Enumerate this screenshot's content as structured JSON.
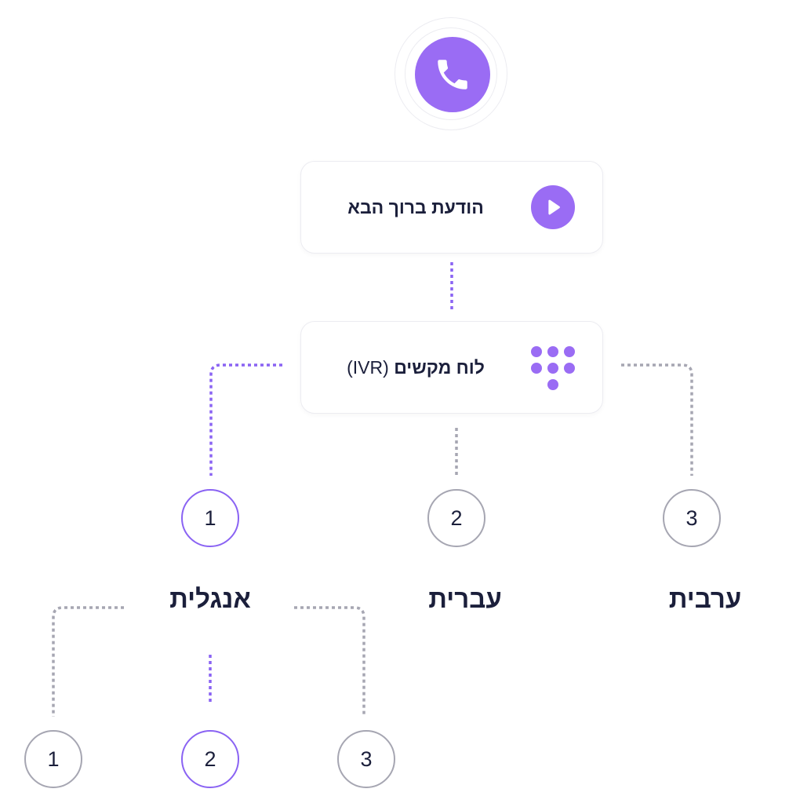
{
  "colors": {
    "accent": "#9a6cf4",
    "accent_line": "#8a63f3",
    "neutral_line": "#a6a6b2",
    "text": "#1b1f3b",
    "card_border": "#ececf1"
  },
  "icons": {
    "phone": "phone-icon",
    "play": "play-icon",
    "keypad": "keypad-icon"
  },
  "flow": {
    "welcome_message": "הודעת ברוך הבא",
    "ivr_menu": {
      "label": "לוח מקשים",
      "suffix": "(IVR)"
    }
  },
  "options": [
    {
      "number": "1",
      "label": "אנגלית",
      "highlighted": true
    },
    {
      "number": "2",
      "label": "עברית",
      "highlighted": false
    },
    {
      "number": "3",
      "label": "ערבית",
      "highlighted": false
    }
  ],
  "sub_options": [
    {
      "number": "1",
      "highlighted": false
    },
    {
      "number": "2",
      "highlighted": true
    },
    {
      "number": "3",
      "highlighted": false
    }
  ]
}
